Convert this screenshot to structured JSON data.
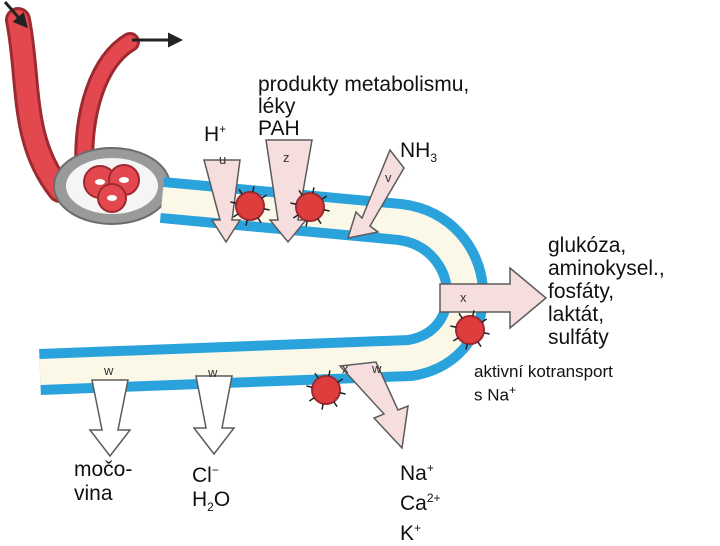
{
  "colors": {
    "tubule_blue": "#2aa3dc",
    "lumen": "#fbf8e8",
    "arrow_fill": "#f6dede",
    "arrow_stroke": "#5b5b5b",
    "carrier_red": "#de3d3d",
    "vessel_red": "#e3484f",
    "capsule_gray": "#9a9a9a"
  },
  "secretion": {
    "h_plus": {
      "base": "H",
      "sup": "+",
      "letter": "u"
    },
    "products": {
      "line1": "produkty metabolismu,",
      "line2": "léky",
      "pah": "PAH",
      "letter": "z"
    },
    "nh3": {
      "base": "NH",
      "sub": "3",
      "letter": "v"
    }
  },
  "reabsorption": {
    "organic": {
      "items": [
        "glukóza,",
        "aminokysel.,",
        "fosfáty,",
        "laktát,",
        "sulfáty"
      ],
      "letter": "x"
    },
    "cotransport": {
      "line1": "aktivní kotransport",
      "line2_base": "s Na",
      "line2_sup": "+"
    },
    "cations": {
      "letter_x": "x",
      "letter_w": "w",
      "na": {
        "base": "Na",
        "sup": "+"
      },
      "ca": {
        "base": "Ca",
        "sup": "2+"
      },
      "k": {
        "base": "K",
        "sup": "+"
      }
    },
    "urea": {
      "letter": "w",
      "line1": "močo-",
      "line2": "vina"
    },
    "water": {
      "letter": "w",
      "cl": {
        "base": "Cl",
        "sup": "−"
      },
      "h2o": {
        "h": "H",
        "sub": "2",
        "o": "O"
      }
    }
  }
}
